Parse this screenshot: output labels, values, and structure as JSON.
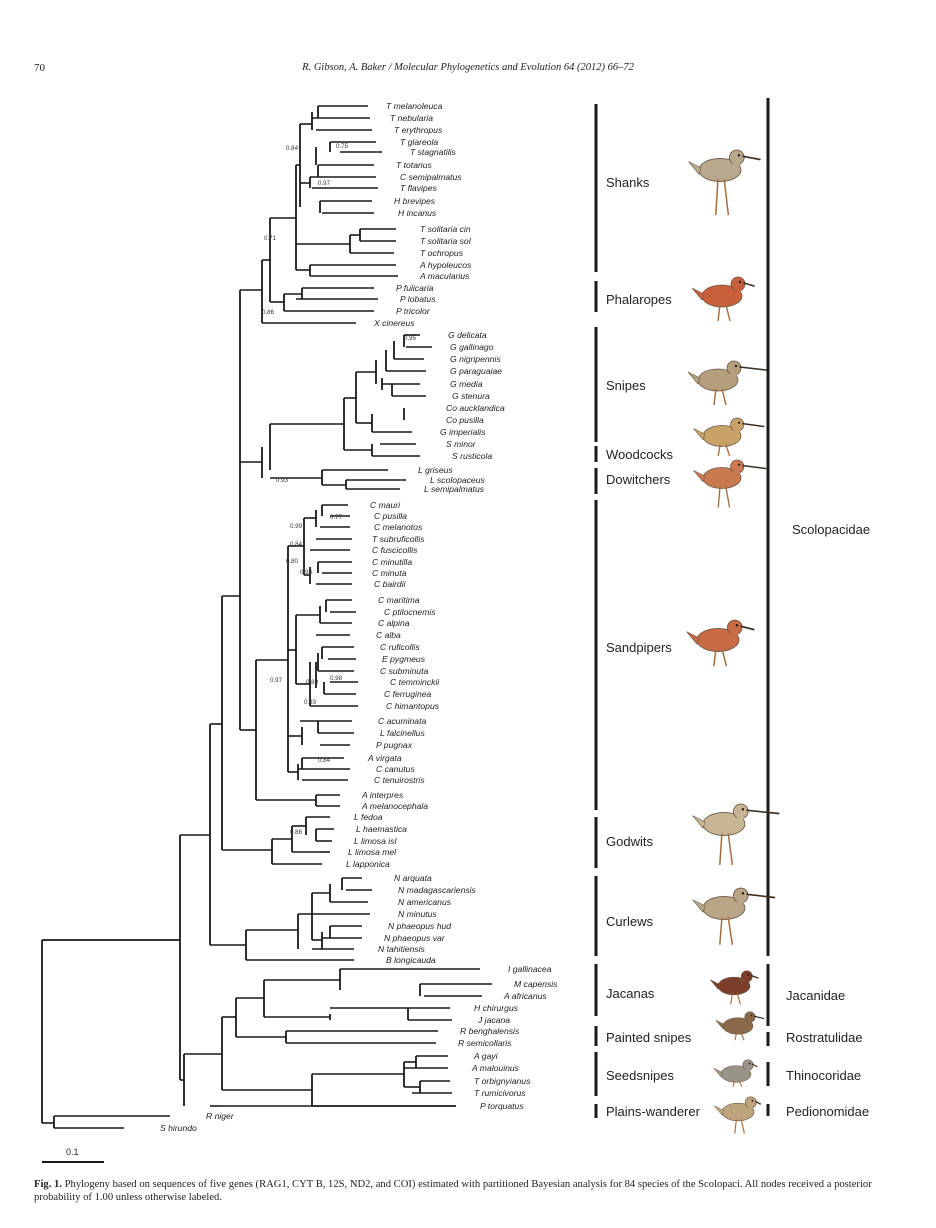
{
  "header": {
    "page_number": "70",
    "running_head": "R. Gibson, A. Baker / Molecular Phylogenetics and Evolution 64 (2012) 66–72"
  },
  "taxa": [
    "T melanoleuca",
    "T nebularia",
    "T erythropus",
    "T glareola",
    "T stagnatilis",
    "T totanus",
    "C semipalmatus",
    "T flavipes",
    "H brevipes",
    "H incanus",
    "T solitaria cin",
    "T solitaria sol",
    "T ochropus",
    "A hypoleucos",
    "A macularius",
    "P fulicaria",
    "P lobatus",
    "P tricolor",
    "X cinereus",
    "G delicata",
    "G gallinago",
    "G nigripennis",
    "G paraguaiae",
    "G media",
    "G stenura",
    "Co aucklandica",
    "Co pusilla",
    "G imperialis",
    "S minor",
    "S rusticola",
    "L griseus",
    "L scolopaceus",
    "L semipalmatus",
    "C mauri",
    "C pusilla",
    "C melanotos",
    "T subruficollis",
    "C fuscicollis",
    "C minutilla",
    "C minuta",
    "C bairdii",
    "C maritima",
    "C ptilocnemis",
    "C alpina",
    "C alba",
    "C ruficollis",
    "E pygmeus",
    "C subminuta",
    "C temminckii",
    "C ferruginea",
    "C himantopus",
    "C acuminata",
    "L falcinellus",
    "P pugnax",
    "A virgata",
    "C canutus",
    "C tenuirostris",
    "A interpres",
    "A melanocephala",
    "L fedoa",
    "L haemastica",
    "L limosa isl",
    "L limosa mel",
    "L lapponica",
    "N arquata",
    "N madagascariensis",
    "N americanus",
    "N minutus",
    "N phaeopus hud",
    "N phaeopus var",
    "N tahitiensis",
    "B longicauda",
    "I gallinacea",
    "M capensis",
    "A africanus",
    "H chirurgus",
    "J jacana",
    "R benghalensis",
    "R semicollaris",
    "A gayi",
    "A malouinus",
    "T orbignyianus",
    "T rumicivorus",
    "P torquatus",
    "R niger",
    "S hirundo"
  ],
  "support_values": [
    "0.84",
    "0.75",
    "0.71",
    "0.86",
    "0.99",
    "0.84",
    "0.80",
    "0.93",
    "0.77",
    "0.95",
    "0.97",
    "0.89",
    "0.98",
    "0.93",
    "0.84",
    "0.86",
    "0.93",
    "0.97"
  ],
  "groups": [
    "Shanks",
    "Phalaropes",
    "Snipes",
    "Woodcocks",
    "Dowitchers",
    "Sandpipers",
    "Godwits",
    "Curlews",
    "Jacanas",
    "Painted snipes",
    "Seedsnipes",
    "Plains-wanderer"
  ],
  "families": [
    "Scolopacidae",
    "Jacanidae",
    "Rostratulidae",
    "Thinocoridae",
    "Pedionomidae"
  ],
  "scale_bar": {
    "label": "0.1"
  },
  "bird_colors": {
    "shank": "#b8a88e",
    "phalarope": "#c8603c",
    "snipe": "#b49e7c",
    "woodcock": "#c9a268",
    "dowitcher": "#c8794f",
    "sandpiper": "#c86b44",
    "godwit": "#c8b596",
    "curlew": "#b8a686",
    "jacana": "#7a3e2a",
    "painted_snipe": "#8a6a4a",
    "seedsnipe": "#9a9488",
    "plains_wanderer": "#bda47c"
  },
  "caption": {
    "label": "Fig. 1.",
    "text": "Phylogeny based on sequences of five genes (RAG1, CYT B, 12S, ND2, and COI) estimated with partitioned Bayesian analysis for 84 species of the Scolopaci. All nodes received a posterior probability of 1.00 unless otherwise labeled."
  }
}
